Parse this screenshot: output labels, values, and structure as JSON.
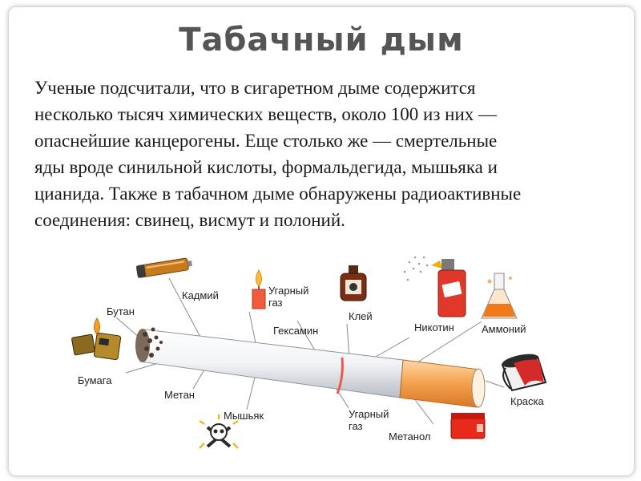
{
  "slide": {
    "title": "Табачный дым",
    "paragraph_lines": [
      "Ученые подсчитали, что в сигаретном дыме содержится",
      "несколько тысяч химических веществ, около 100 из них —",
      "опаснейшие канцерогены. Еще столько же — смертельные",
      "яды вроде синильной кислоты, формальдегида, мышьяка и",
      "цианида. Также в табачном дыме обнаружены радиоактивные",
      "соединения: свинец, висмут и полоний."
    ]
  },
  "labels": {
    "kadmiy": "Кадмий",
    "ugarny_top_1": "Угарный",
    "ugarny_top_2": "газ",
    "klei": "Клей",
    "nikotin": "Никотин",
    "ammoniy": "Аммоний",
    "butan": "Бутан",
    "geksamin": "Гексамин",
    "bumaga": "Бумага",
    "metan": "Метан",
    "myshyak": "Мышьяк",
    "ugarny_bottom_1": "Угарный",
    "ugarny_bottom_2": "газ",
    "metanol": "Метанол",
    "kraska": "Краска"
  },
  "icons": [
    "battery-icon",
    "candle-icon",
    "glue-bottle-icon",
    "spray-can-icon",
    "flask-icon",
    "lighter-icon",
    "skull-icon",
    "paint-bucket-icon",
    "red-box-icon"
  ]
}
